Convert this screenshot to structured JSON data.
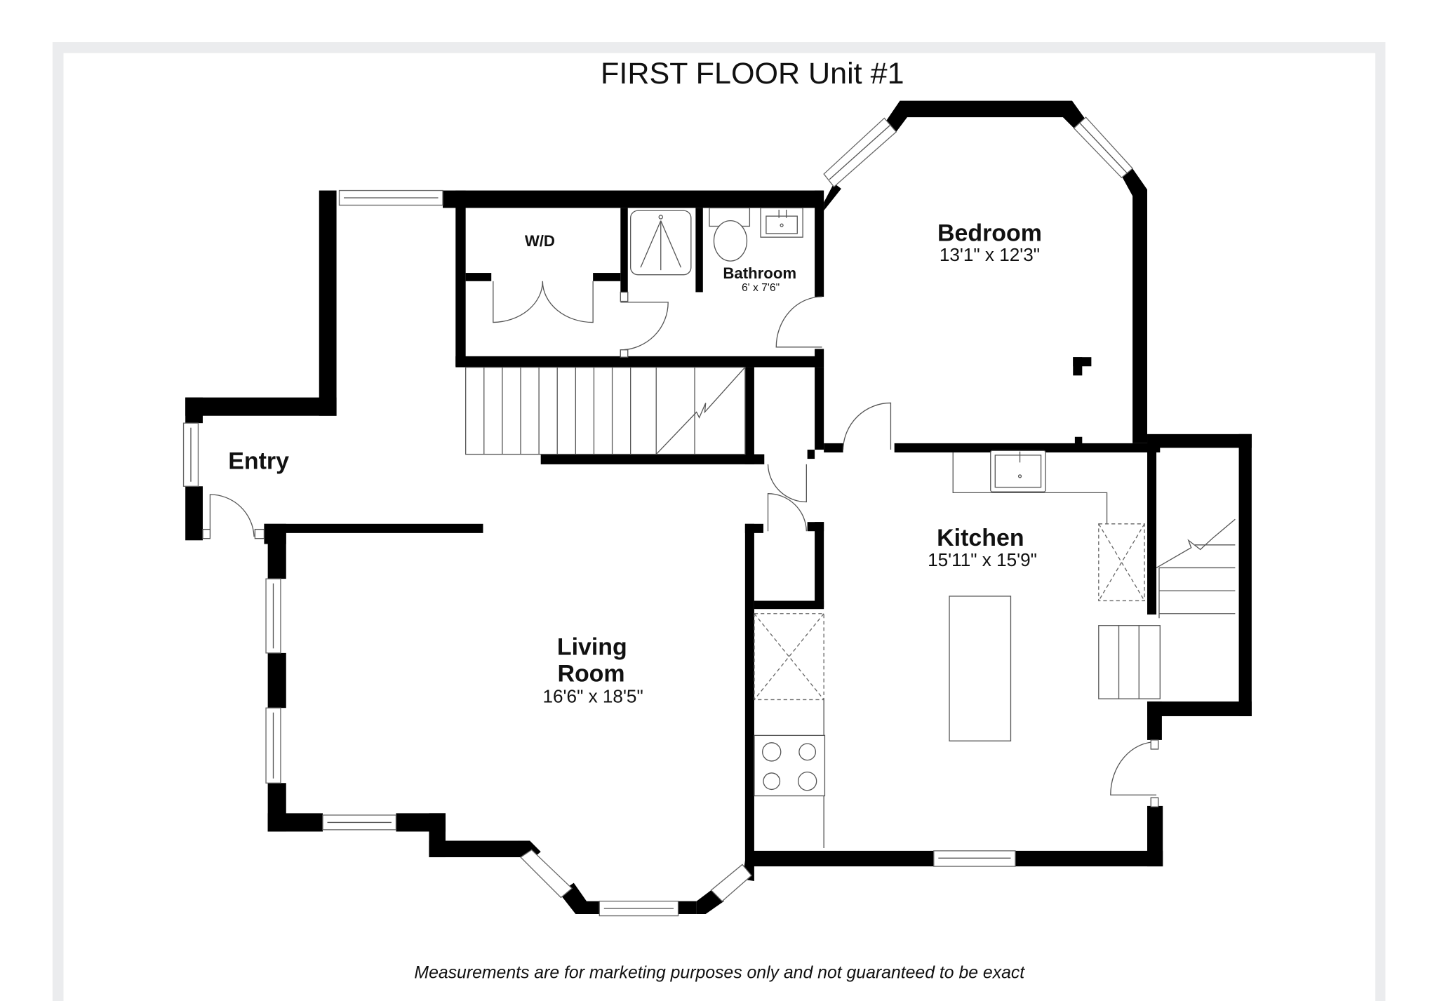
{
  "title": "FIRST FLOOR Unit #1",
  "footer": "Measurements are for marketing purposes only and not guaranteed to be exact",
  "colors": {
    "wall": "#000000",
    "frame": "#ebecee",
    "background": "#ffffff",
    "fixture_line": "#555555"
  },
  "rooms": {
    "bedroom": {
      "name": "Bedroom",
      "dimensions": "13'1\" x 12'3\""
    },
    "bathroom": {
      "name": "Bathroom",
      "dimensions": "6' x 7'6\""
    },
    "wd": {
      "name": "W/D"
    },
    "entry": {
      "name": "Entry"
    },
    "kitchen": {
      "name": "Kitchen",
      "dimensions": "15'11\" x 15'9\""
    },
    "living_room": {
      "name_line1": "Living",
      "name_line2": "Room",
      "dimensions": "16'6\" x 18'5\""
    }
  },
  "fixtures": [
    "shower",
    "toilet",
    "bathroom-sink",
    "kitchen-sink",
    "stove",
    "kitchen-island",
    "refrigerator",
    "pantry",
    "main-staircase",
    "rear-staircase",
    "rear-steps"
  ]
}
